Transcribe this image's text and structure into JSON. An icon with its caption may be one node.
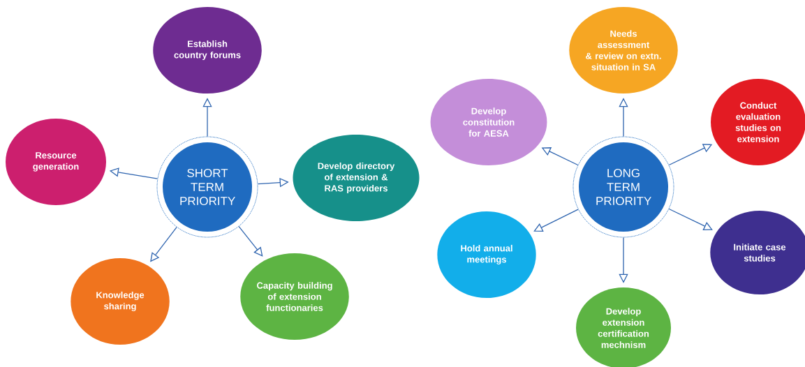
{
  "diagram": {
    "nodes": [
      {
        "text": [
          "SHORT TERM PRIORITY"
        ]
      },
      {
        "text": [
          "Establish country forums"
        ]
      },
      {
        "text": [
          "Resource generation"
        ]
      },
      {
        "text": [
          "Develop directory of extension & RAS providers"
        ]
      },
      {
        "text": [
          "Knowledge sharing"
        ]
      },
      {
        "text": [
          "Capacity building of extension functionaries"
        ]
      },
      {
        "text": [
          "LONG TERM PRIORITY"
        ]
      },
      {
        "text": [
          "Needs assessment & review on extn. situation in SA"
        ]
      },
      {
        "text": [
          "Develop constitution for AESA"
        ]
      },
      {
        "text": [
          "Conduct evaluation studies on extension"
        ]
      },
      {
        "text": [
          "Hold annual meetings"
        ]
      },
      {
        "text": [
          "Initiate case studies"
        ]
      },
      {
        "text": [
          "Develop extension certification mechnism"
        ]
      }
    ],
    "edges": [
      {
        "from": 0,
        "to": 1,
        "arrow": "to"
      },
      {
        "from": 0,
        "to": 2,
        "arrow": "to"
      },
      {
        "from": 0,
        "to": 3,
        "arrow": "to"
      },
      {
        "from": 0,
        "to": 4,
        "arrow": "to"
      },
      {
        "from": 0,
        "to": 5,
        "arrow": "to"
      },
      {
        "from": 6,
        "to": 7,
        "arrow": "to"
      },
      {
        "from": 6,
        "to": 8,
        "arrow": "to"
      },
      {
        "from": 6,
        "to": 9,
        "arrow": "to"
      },
      {
        "from": 6,
        "to": 10,
        "arrow": "to"
      },
      {
        "from": 6,
        "to": 11,
        "arrow": "to"
      },
      {
        "from": 6,
        "to": 12,
        "arrow": "to"
      }
    ]
  }
}
